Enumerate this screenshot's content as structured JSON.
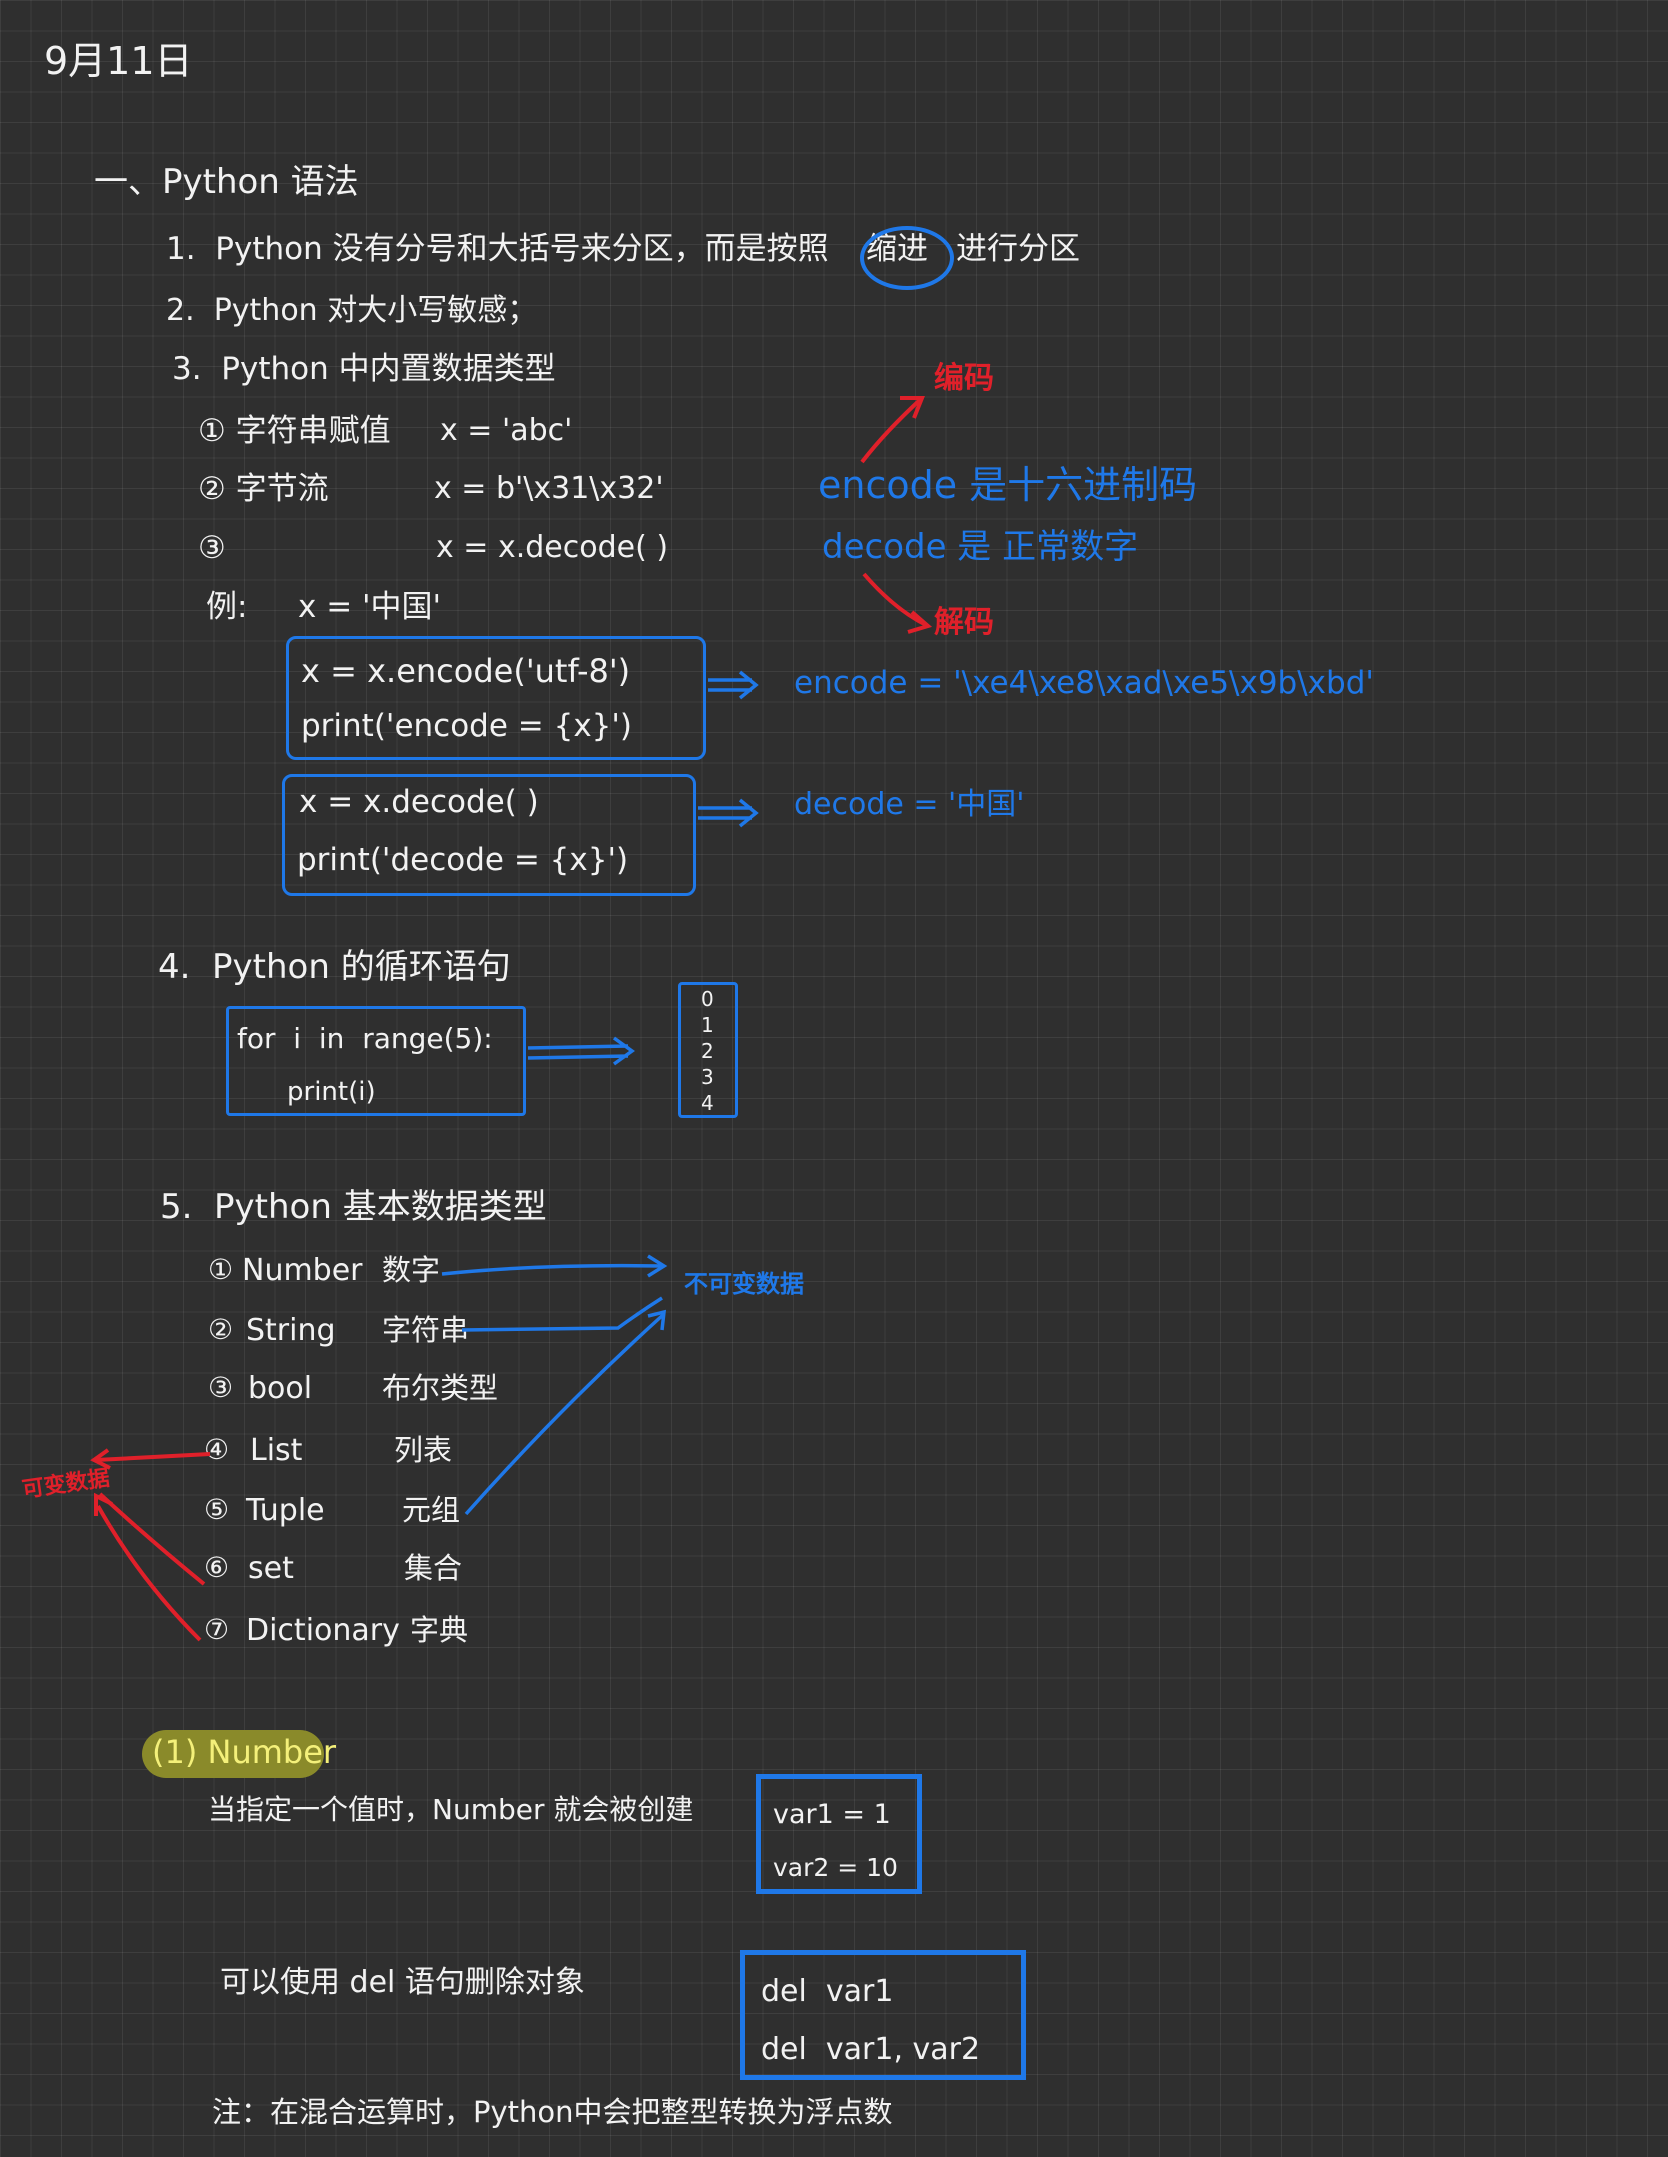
{
  "date": "9月11日",
  "section": "一、Python 语法",
  "points": {
    "p1_a": "1.  Python 没有分号和大括号来分区，而是按照",
    "p1_b": "缩进",
    "p1_c": "进行分区",
    "p2": "2.  Python 对大小写敏感；",
    "p3": "3.  Python 中内置数据类型"
  },
  "types": {
    "r1_label": "① 字符串赋值",
    "r1_code": "x = 'abc'",
    "r2_label": "② 字节流",
    "r2_code": "x = b'\\x31\\x32'",
    "r3_label": "③",
    "r3_code": "x = x.decode( )"
  },
  "example": {
    "label": "例:",
    "assign": "x = '中国'",
    "enc_line1": "x = x.encode('utf-8')",
    "enc_line2": "print('encode = {x}')",
    "dec_line1": "x = x.decode( )",
    "dec_line2": "print('decode = {x}')",
    "enc_result": "encode = '\\xe4\\xe8\\xad\\xe5\\x9b\\xbd'",
    "dec_result": "decode = '中国'"
  },
  "notes": {
    "encode_note": "encode 是十六进制码",
    "decode_note": "decode 是 正常数字",
    "encode_tag": "编码",
    "decode_tag": "解码"
  },
  "loop": {
    "heading": "4.  Python 的循环语句",
    "code1": "for  i  in  range(5):",
    "code2": "print(i)",
    "outputs": [
      "0",
      "1",
      "2",
      "3",
      "4"
    ]
  },
  "basic": {
    "heading": "5.  Python 基本数据类型",
    "items": [
      {
        "num": "①",
        "en": "Number",
        "zh": "数字"
      },
      {
        "num": "②",
        "en": "String",
        "zh": "字符串"
      },
      {
        "num": "③",
        "en": "bool",
        "zh": "布尔类型"
      },
      {
        "num": "④",
        "en": "List",
        "zh": "列表"
      },
      {
        "num": "⑤",
        "en": "Tuple",
        "zh": "元组"
      },
      {
        "num": "⑥",
        "en": "set",
        "zh": "集合"
      },
      {
        "num": "⑦",
        "en": "Dictionary",
        "zh": "字典"
      }
    ],
    "immutable": "不可变数据",
    "mutable": "可变数据"
  },
  "number": {
    "heading": "(1) Number",
    "desc1": "当指定一个值时，Number 就会被创建",
    "code1": "var1 = 1",
    "code2": "var2 = 10",
    "desc2": "可以使用 del 语句删除对象",
    "code3": "del  var1",
    "code4": "del  var1, var2",
    "note": "注：在混合运算时，Python中会把整型转换为浮点数"
  },
  "colors": {
    "background": "#2f2f2f",
    "ink_white": "#f2f2f2",
    "ink_blue": "#1f78e8",
    "ink_red": "#e0202a",
    "highlight": "#8a8a2a"
  }
}
